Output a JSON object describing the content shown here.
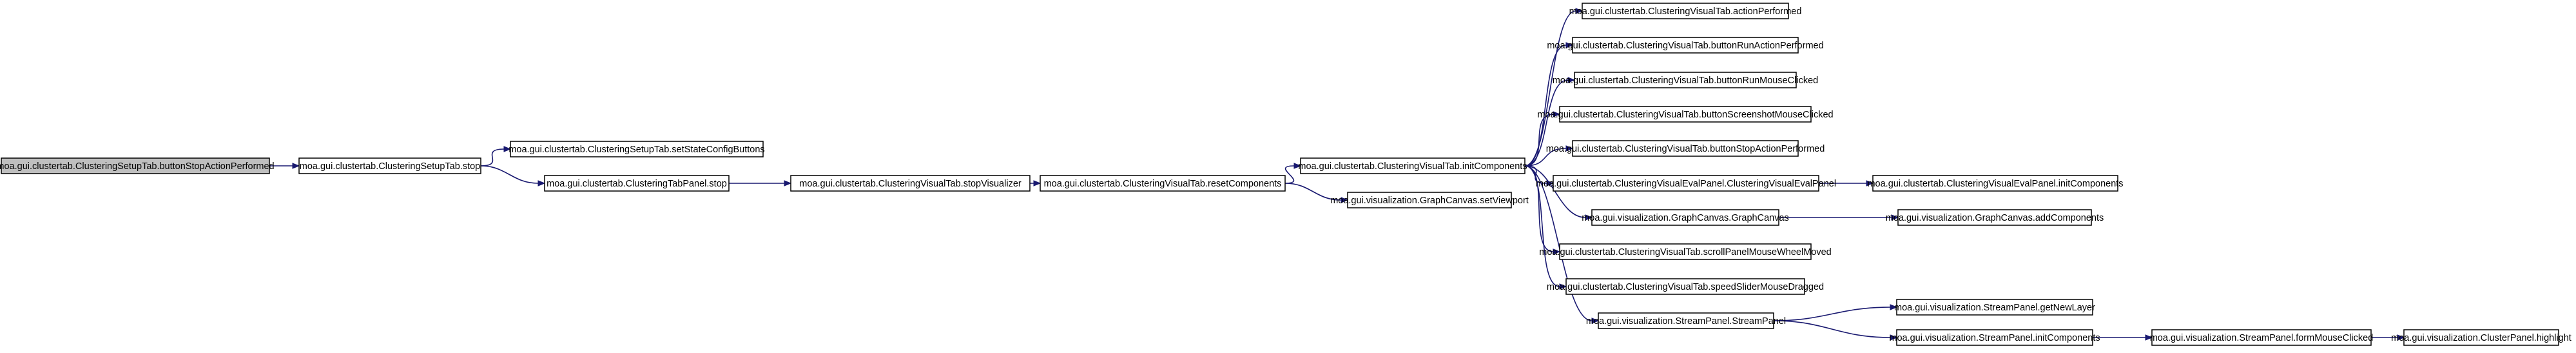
{
  "diagram": {
    "type": "call-graph",
    "colors": {
      "root_fill": "#bfbfbf",
      "node_fill": "#ffffff",
      "node_border": "#000000",
      "edge": "#191970"
    },
    "nodes": [
      {
        "id": "n0",
        "label": "moa.gui.clustertab.ClusteringSetupTab.buttonStopActionPerformed",
        "root": true
      },
      {
        "id": "n1",
        "label": "moa.gui.clustertab.ClusteringSetupTab.stop"
      },
      {
        "id": "n2",
        "label": "moa.gui.clustertab.ClusteringSetupTab.setStateConfigButtons"
      },
      {
        "id": "n3",
        "label": "moa.gui.clustertab.ClusteringTabPanel.stop"
      },
      {
        "id": "n4",
        "label": "moa.gui.clustertab.ClusteringVisualTab.stopVisualizer"
      },
      {
        "id": "n5",
        "label": "moa.gui.clustertab.ClusteringVisualTab.resetComponents"
      },
      {
        "id": "n6",
        "label": "moa.gui.clustertab.ClusteringVisualTab.initComponents"
      },
      {
        "id": "n7",
        "label": "moa.gui.visualization.GraphCanvas.setViewport"
      },
      {
        "id": "n8",
        "label": "moa.gui.clustertab.ClusteringVisualTab.actionPerformed"
      },
      {
        "id": "n9",
        "label": "moa.gui.clustertab.ClusteringVisualTab.buttonRunActionPerformed"
      },
      {
        "id": "n10",
        "label": "moa.gui.clustertab.ClusteringVisualTab.buttonRunMouseClicked"
      },
      {
        "id": "n11",
        "label": "moa.gui.clustertab.ClusteringVisualTab.buttonScreenshotMouseClicked"
      },
      {
        "id": "n12",
        "label": "moa.gui.clustertab.ClusteringVisualTab.buttonStopActionPerformed"
      },
      {
        "id": "n13",
        "label": "moa.gui.clustertab.ClusteringVisualEvalPanel.ClusteringVisualEvalPanel"
      },
      {
        "id": "n14",
        "label": "moa.gui.clustertab.ClusteringVisualEvalPanel.initComponents"
      },
      {
        "id": "n15",
        "label": "moa.gui.visualization.GraphCanvas.GraphCanvas"
      },
      {
        "id": "n16",
        "label": "moa.gui.visualization.GraphCanvas.addComponents"
      },
      {
        "id": "n17",
        "label": "moa.gui.clustertab.ClusteringVisualTab.scrollPanelMouseWheelMoved"
      },
      {
        "id": "n18",
        "label": "moa.gui.clustertab.ClusteringVisualTab.speedSliderMouseDragged"
      },
      {
        "id": "n19",
        "label": "moa.gui.visualization.StreamPanel.StreamPanel"
      },
      {
        "id": "n20",
        "label": "moa.gui.visualization.StreamPanel.getNewLayer"
      },
      {
        "id": "n21",
        "label": "moa.gui.visualization.StreamPanel.initComponents"
      },
      {
        "id": "n22",
        "label": "moa.gui.visualization.StreamPanel.formMouseClicked"
      },
      {
        "id": "n23",
        "label": "moa.gui.visualization.ClusterPanel.highlight"
      }
    ],
    "edges": [
      [
        "n0",
        "n1"
      ],
      [
        "n1",
        "n2"
      ],
      [
        "n1",
        "n3"
      ],
      [
        "n3",
        "n4"
      ],
      [
        "n4",
        "n5"
      ],
      [
        "n5",
        "n6"
      ],
      [
        "n5",
        "n7"
      ],
      [
        "n6",
        "n8"
      ],
      [
        "n6",
        "n9"
      ],
      [
        "n6",
        "n10"
      ],
      [
        "n6",
        "n11"
      ],
      [
        "n6",
        "n12"
      ],
      [
        "n6",
        "n13"
      ],
      [
        "n6",
        "n15"
      ],
      [
        "n6",
        "n17"
      ],
      [
        "n6",
        "n18"
      ],
      [
        "n6",
        "n19"
      ],
      [
        "n13",
        "n14"
      ],
      [
        "n15",
        "n16"
      ],
      [
        "n19",
        "n20"
      ],
      [
        "n19",
        "n21"
      ],
      [
        "n21",
        "n22"
      ],
      [
        "n22",
        "n23"
      ]
    ]
  }
}
